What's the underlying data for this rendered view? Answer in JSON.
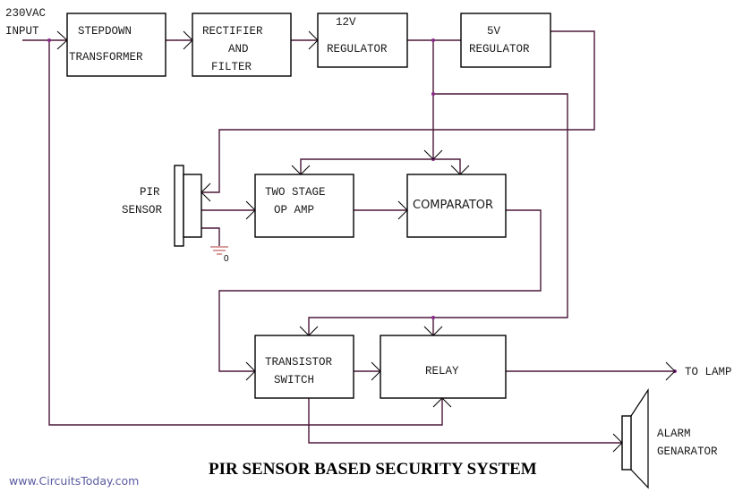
{
  "diagram": {
    "title": "PIR SENSOR BASED SECURITY SYSTEM",
    "watermark": "www.CircuitsToday.com",
    "colors": {
      "wire": "#4a1838",
      "junction": "#8a2a8a",
      "box_stroke": "#000000",
      "ground": "#c06060",
      "watermark": "#5a5aa0"
    },
    "input_label": [
      "230VAC",
      "INPUT"
    ],
    "output_label": "TO LAMP",
    "ground_label": "0",
    "blocks": {
      "stepdown": [
        "STEPDOWN",
        "TRANSFORMER"
      ],
      "rectifier": [
        "RECTIFIER",
        "AND",
        "FILTER"
      ],
      "reg12": [
        "12V",
        "REGULATOR"
      ],
      "reg5": [
        "5V",
        "REGULATOR"
      ],
      "pir": [
        "PIR",
        "SENSOR"
      ],
      "opamp": [
        "TWO STAGE",
        "OP AMP"
      ],
      "comparator": "COMPARATOR",
      "transistor": [
        "TRANSISTOR",
        "SWITCH"
      ],
      "relay": "RELAY",
      "alarm": [
        "ALARM",
        "GENARATOR"
      ]
    }
  }
}
